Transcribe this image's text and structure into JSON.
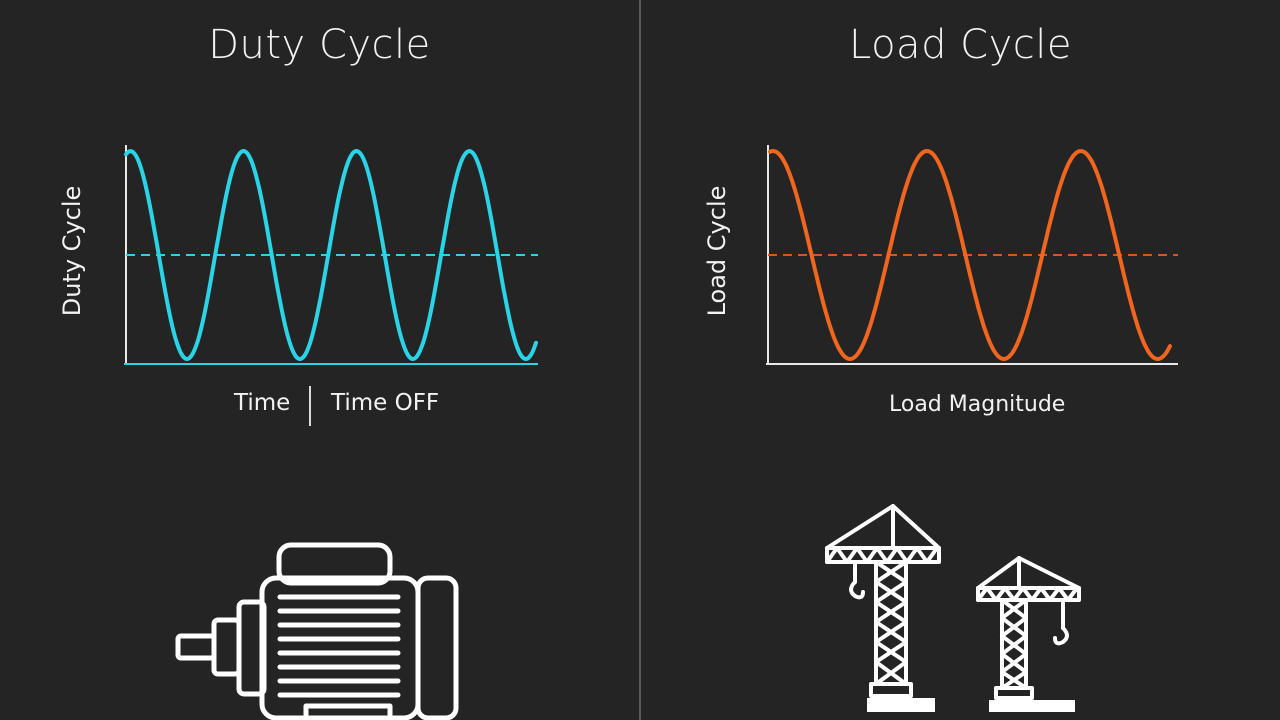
{
  "left": {
    "title": "Duty Cycle",
    "y_axis_label": "Duty Cycle",
    "caption_left": "Time",
    "caption_right": "Time OFF",
    "wave_color": "#2ad4e6",
    "icon": "electric-motor-icon"
  },
  "right": {
    "title": "Load Cycle",
    "y_axis_label": "Load Cycle",
    "caption": "Load Magnitude",
    "wave_color": "#f0661e",
    "icon": "tower-crane-icon"
  },
  "colors": {
    "background": "#242424",
    "text": "#f2f2f2",
    "divider": "#5a5a5a"
  }
}
